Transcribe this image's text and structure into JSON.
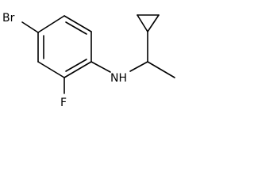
{
  "molecule": {
    "atoms": {
      "bromine": "Br",
      "fluorine": "F",
      "nitrogen_hydrogen": "NH"
    }
  }
}
